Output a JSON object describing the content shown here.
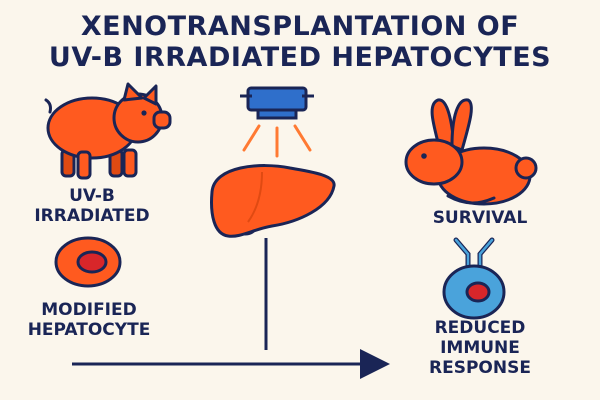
{
  "title": {
    "line1": "XENOTRANSPLANTATION OF",
    "line2": "UV-B IRRADIATED HEPATOCYTES"
  },
  "labels": {
    "uvb_line1": "UV-B",
    "uvb_line2": "IRRADIATED",
    "modified_line1": "MODIFIED",
    "modified_line2": "HEPATOCYTE",
    "survival": "SURVIVAL",
    "reduced_line1": "REDUCED",
    "reduced_line2": "IMMUNE",
    "reduced_line3": "RESPONSE"
  },
  "icons": [
    "pig-icon",
    "uv-lamp-icon",
    "liver-icon",
    "hepatocyte-cell-icon",
    "rabbit-icon",
    "immune-cell-icon"
  ],
  "colors": {
    "background": "#FBF6EC",
    "navy": "#1A2556",
    "orange": "#FF5A1F",
    "dark_orange": "#E04A12",
    "red": "#D8262A",
    "lamp_blue": "#2F6FCB",
    "cell_blue": "#4AA3DB"
  }
}
